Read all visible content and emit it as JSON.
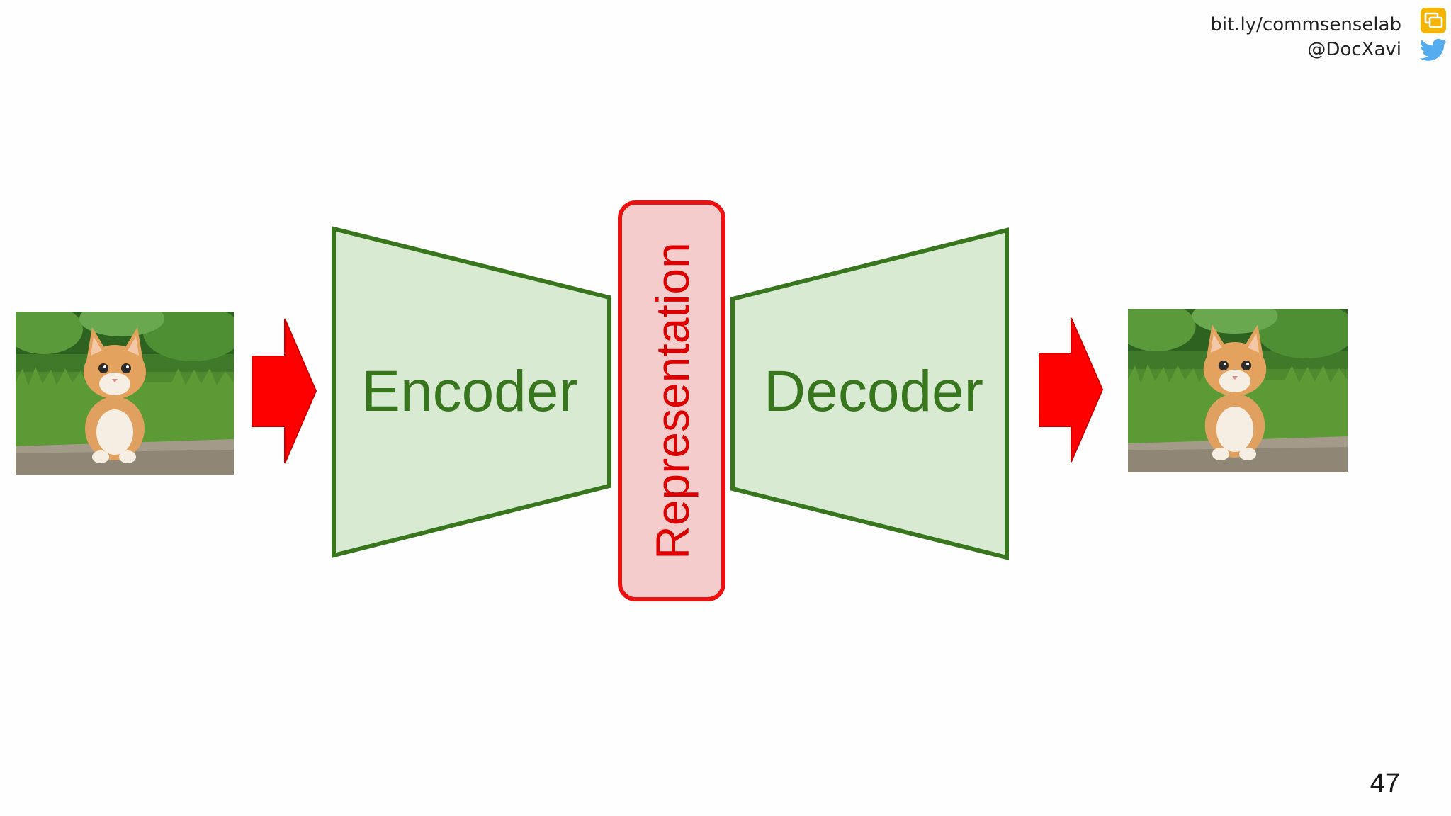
{
  "header": {
    "link": "bit.ly/commsenselab",
    "handle": "@DocXavi",
    "icons": [
      "google-slides-icon",
      "twitter-bird-icon"
    ]
  },
  "diagram": {
    "input_image": "kitten-photo",
    "encoder_label": "Encoder",
    "representation_label": "Representation",
    "decoder_label": "Decoder",
    "output_image": "kitten-photo",
    "colors": {
      "block_fill": "#d9ead3",
      "block_stroke": "#38761d",
      "block_text": "#38761d",
      "representation_fill": "#f4cccc",
      "representation_stroke": "#ee1111",
      "representation_text": "#dd0000",
      "arrow_fill": "#ff0000"
    }
  },
  "page_number": "47"
}
